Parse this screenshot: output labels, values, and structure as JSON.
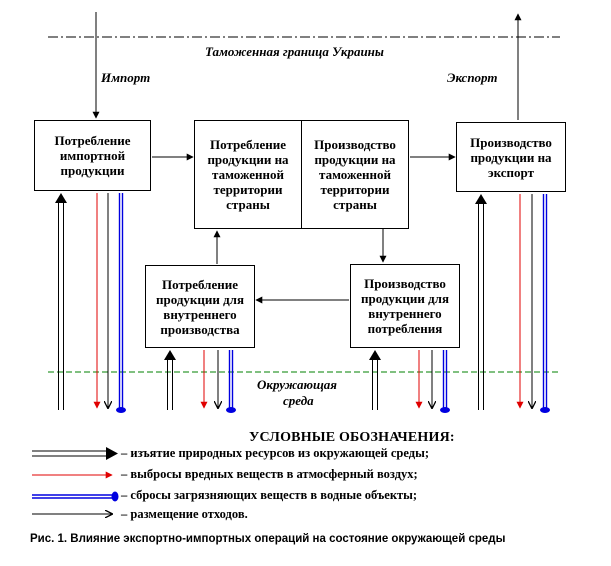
{
  "labels": {
    "customs_border": "Таможенная граница Украины",
    "import": "Импорт",
    "export": "Экспорт",
    "environment_line1": "Окружающая",
    "environment_line2": "среда"
  },
  "boxes": {
    "import_consumption": "Потребление\nимпортной\nпродукции",
    "territory_consumption": "Потребление\nпродукции на\nтаможенной\nтерритории\nстраны",
    "territory_production": "Производство\nпродукции на\nтаможенной\nтерритории\nстраны",
    "export_production": "Производство\nпродукции на\nэкспорт",
    "internal_production_consumption": "Потребление\nпродукции для\nвнутреннего\nпроизводства",
    "internal_consumption_production": "Производство\nпродукции для\nвнутреннего\nпотребления"
  },
  "legend": {
    "title": "УСЛОВНЫЕ ОБОЗНАЧЕНИЯ:",
    "items": [
      {
        "text": "– изъятие природных ресурсов из окружающей среды;",
        "color": "#000000"
      },
      {
        "text": "– выбросы вредных веществ в атмосферный воздух;",
        "color": "#e00000"
      },
      {
        "text": "– сбросы загрязняющих веществ в водные объекты;",
        "color": "#0000e0"
      },
      {
        "text": "– размещение отходов.",
        "color": "#000000"
      }
    ]
  },
  "caption": "Рис. 1. Влияние экспортно-импортных операций на состояние окружающей среды",
  "colors": {
    "border_line": "#000000",
    "environment_line": "#008000",
    "emission": "#e00000",
    "discharge": "#0000e0"
  }
}
